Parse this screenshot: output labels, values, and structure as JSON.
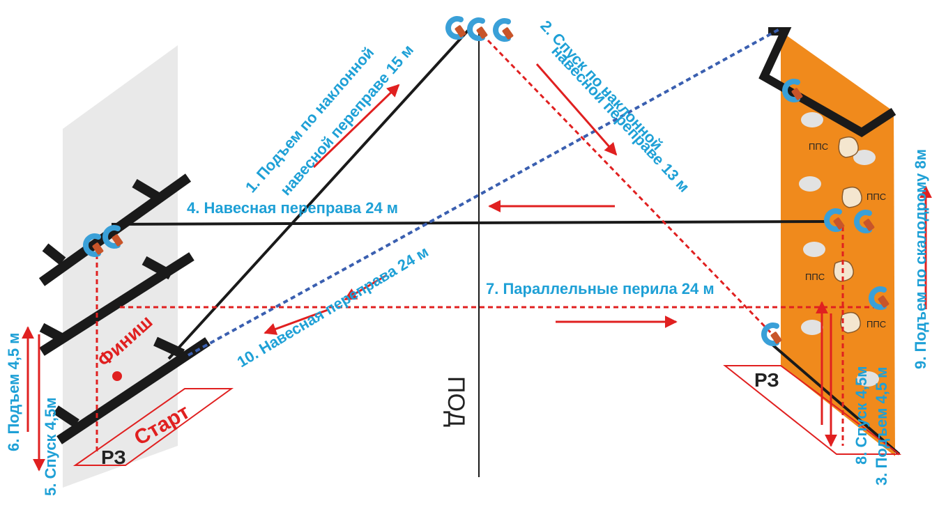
{
  "colors": {
    "rope_black": "#1a1a1a",
    "blue_label": "#1ea0d6",
    "red": "#e02020",
    "dotted_blue": "#3a5fb0",
    "wall_orange": "#f08a1c",
    "left_wall_gray": "#e8e8e8",
    "carabiner_blue": "#3aa0d8",
    "carabiner_brown": "#c8552a"
  },
  "labels": {
    "stage1_line1": "1. Подъем по наклонной",
    "stage1_line2": "навесной переправе 15 м",
    "stage2_line1": "2. Спуск по наклонной",
    "stage2_line2": "навесной переправе 13 м",
    "stage3": "3. Подъем 4,5 м",
    "stage4": "4. Навесная переправа 24 м",
    "stage5": "5. Спуск 4,5м",
    "stage6": "6. Подъем 4,5 м",
    "stage7": "7. Параллельные перила 24 м",
    "stage8": "8. Спуск 4,5м",
    "stage9": "9. Подъем по скалодрому 8м",
    "stage10": "10. Навесная переправа 24 м",
    "finish": "Финиш",
    "start": "Старт",
    "rz_left": "РЗ",
    "rz_right": "РЗ",
    "pod": "ПОД",
    "pps": "ППС"
  },
  "icons": {
    "carabiner": "carabiner-icon",
    "hold": "climbing-hold-icon",
    "arrow": "direction-arrow-icon"
  }
}
